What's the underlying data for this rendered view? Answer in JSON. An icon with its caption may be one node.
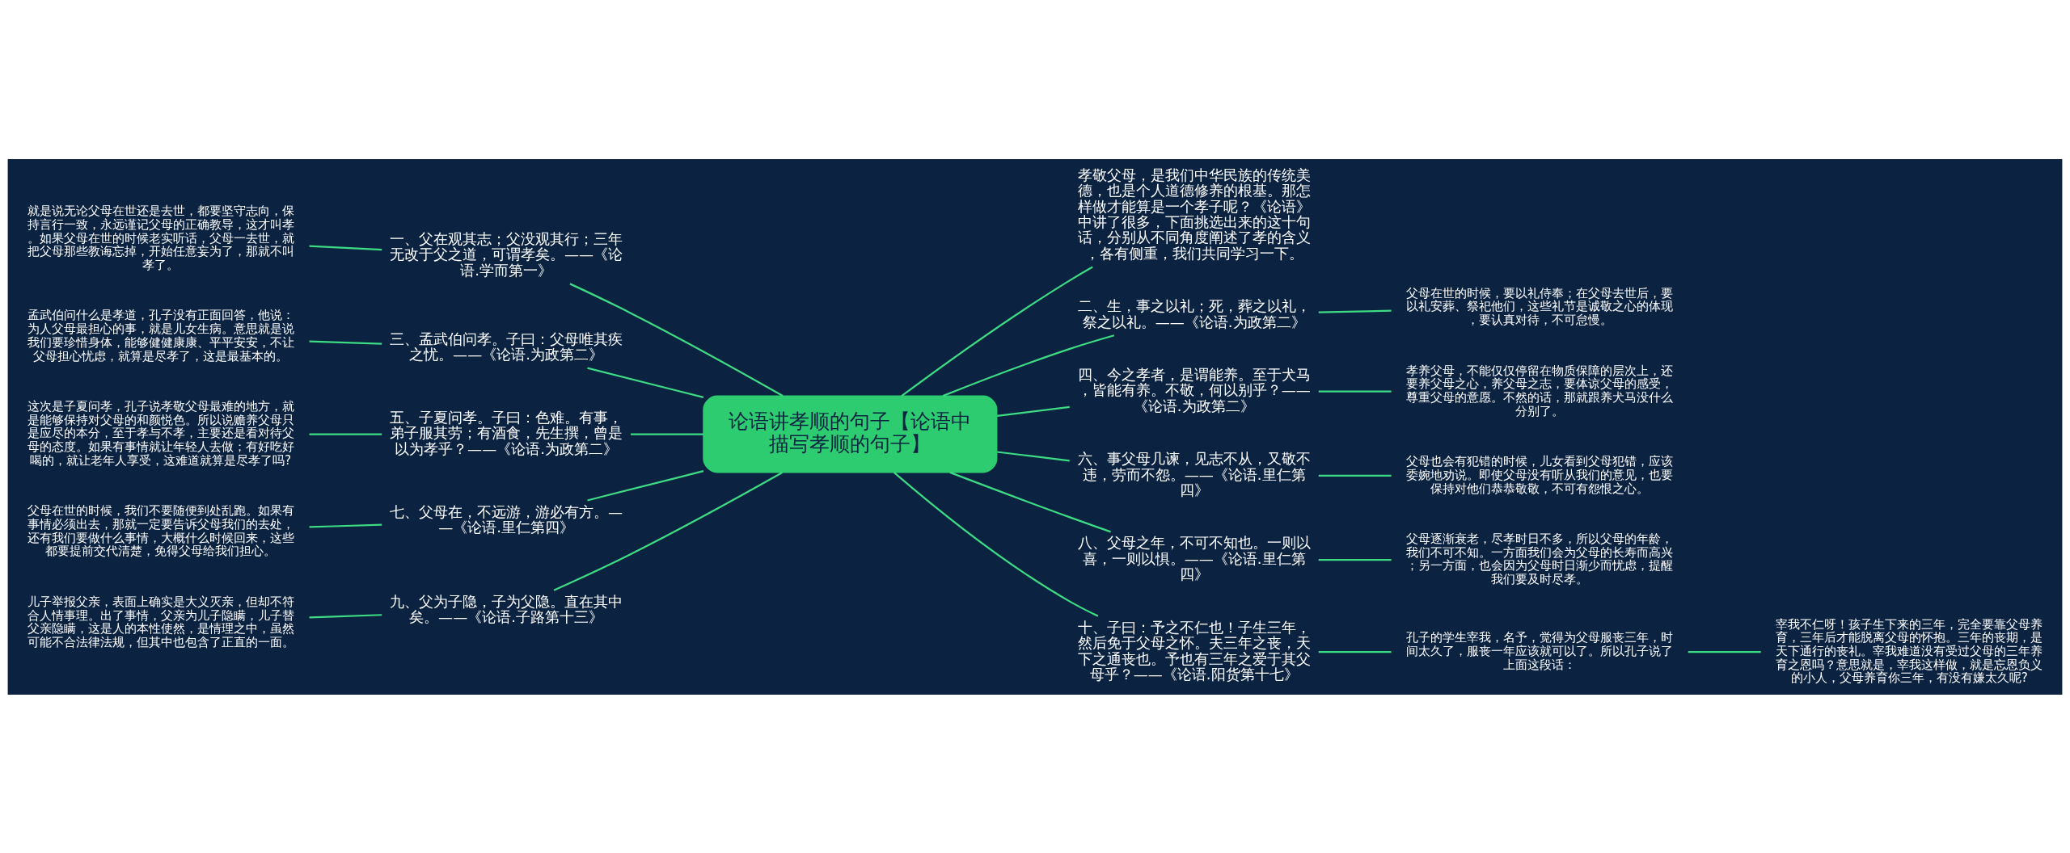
{
  "diagram": {
    "nodes": [
      {
        "text": [
          "论语讲孝顺的句子【论语中描写孝顺的句子】"
        ]
      },
      {
        "text": [
          "孝敬父母，是我们中华民族的传统美德，也是个人道德修养的根基。那怎样做才能算是一个孝子呢？《论语》中讲了很多，下面挑选出来的这十句话，分别从不同角度阐述了孝的含义，各有侧重，我们共同学习一下。"
        ]
      },
      {
        "text": [
          "一、父在观其志；父没观其行；三年无改于父之道，可谓孝矣。——《论语.学而第一》"
        ]
      },
      {
        "text": [
          "就是说无论父母在世还是去世，都要坚守志向，保持言行一致，永远谨记父母的正确教导，这才叫孝。如果父母在世的时候老实听话，父母一去世，就把父母那些教诲忘掉，开始任意妄为了，那就不叫孝了。"
        ]
      },
      {
        "text": [
          "二、生，事之以礼；死，葬之以礼，祭之以礼。——《论语.为政第二》"
        ]
      },
      {
        "text": [
          "父母在世的时候，要以礼侍奉；在父母去世后，要以礼安葬、祭祀他们，这些礼节是诚敬之心的体现，要认真对待，不可怠慢。"
        ]
      },
      {
        "text": [
          "三、孟武伯问孝。子曰：父母唯其疾之忧。——《论语.为政第二》"
        ]
      },
      {
        "text": [
          "孟武伯问什么是孝道，孔子没有正面回答，他说：为人父母最担心的事，就是儿女生病。意思就是说我们要珍惜身体，能够健健康康、平平安安，不让父母担心忧虑，就算是尽孝了，这是最基本的。"
        ]
      },
      {
        "text": [
          "四、今之孝者，是谓能养。至于犬马，皆能有养。不敬，何以别乎？——《论语.为政第二》"
        ]
      },
      {
        "text": [
          "孝养父母，不能仅仅停留在物质保障的层次上，还要养父母之心，养父母之志，要体谅父母的感受，尊重父母的意愿。不然的话，那就跟养犬马没什么分别了。"
        ]
      },
      {
        "text": [
          "五、子夏问孝。子曰：色难。有事，弟子服其劳；有酒食，先生撰，曾是以为孝乎？——《论语.为政第二》"
        ]
      },
      {
        "text": [
          "这次是子夏问孝，孔子说孝敬父母最难的地方，就是能够保持对父母的和颜悦色。所以说赡养父母只是应尽的本分，至于孝与不孝，主要还是看对待父母的态度。如果有事情就让年轻人去做；有好吃好喝的，就让老年人享受，这难道就算是尽孝了吗?"
        ]
      },
      {
        "text": [
          "六、事父母几谏，见志不从，又敬不违，劳而不怨。——《论语.里仁第四》"
        ]
      },
      {
        "text": [
          "父母也会有犯错的时候，儿女看到父母犯错，应该委婉地劝说。即使父母没有听从我们的意见，也要保持对他们恭恭敬敬，不可有怨恨之心。"
        ]
      },
      {
        "text": [
          "七、父母在，不远游，游必有方。——《论语.里仁第四》"
        ]
      },
      {
        "text": [
          "父母在世的时候，我们不要随便到处乱跑。如果有事情必须出去，那就一定要告诉父母我们的去处，还有我们要做什么事情，大概什么时候回来，这些都要提前交代清楚，免得父母给我们担心。"
        ]
      },
      {
        "text": [
          "八、父母之年，不可不知也。一则以喜，一则以惧。——《论语.里仁第四》"
        ]
      },
      {
        "text": [
          "父母逐渐衰老，尽孝时日不多，所以父母的年龄，我们不可不知。一方面我们会为父母的长寿而高兴；另一方面，也会因为父母时日渐少而忧虑，提醒我们要及时尽孝。"
        ]
      },
      {
        "text": [
          "九、父为子隐，子为父隐。直在其中矣。——《论语.子路第十三》"
        ]
      },
      {
        "text": [
          "儿子举报父亲，表面上确实是大义灭亲，但却不符合人情事理。出了事情，父亲为儿子隐瞒，儿子替父亲隐瞒，这是人的本性使然，是情理之中，虽然可能不合法律法规，但其中也包含了正直的一面。"
        ]
      },
      {
        "text": [
          "十、子曰：予之不仁也！子生三年，然后免于父母之怀。夫三年之丧，天下之通丧也。予也有三年之爱于其父母乎？——《论语.阳货第十七》"
        ]
      },
      {
        "text": [
          "孔子的学生宰我，名予，觉得为父母服丧三年，时间太久了，服丧一年应该就可以了。所以孔子说了上面这段话："
        ]
      },
      {
        "text": [
          "宰我不仁呀！孩子生下来的三年，完全要靠父母养育，三年后才能脱离父母的怀抱。三年的丧期，是天下通行的丧礼。宰我难道没有受过父母的三年养育之恩吗？意思就是，宰我这样做，就是忘恩负义的小人，父母养育你三年，有没有嫌太久呢?"
        ]
      }
    ],
    "edges": [
      {
        "from": 0,
        "to": 1,
        "arrow": "none"
      },
      {
        "from": 0,
        "to": 2,
        "arrow": "none"
      },
      {
        "from": 2,
        "to": 3,
        "arrow": "none"
      },
      {
        "from": 0,
        "to": 4,
        "arrow": "none"
      },
      {
        "from": 4,
        "to": 5,
        "arrow": "none"
      },
      {
        "from": 0,
        "to": 6,
        "arrow": "none"
      },
      {
        "from": 6,
        "to": 7,
        "arrow": "none"
      },
      {
        "from": 0,
        "to": 8,
        "arrow": "none"
      },
      {
        "from": 8,
        "to": 9,
        "arrow": "none"
      },
      {
        "from": 0,
        "to": 10,
        "arrow": "none"
      },
      {
        "from": 10,
        "to": 11,
        "arrow": "none"
      },
      {
        "from": 0,
        "to": 12,
        "arrow": "none"
      },
      {
        "from": 12,
        "to": 13,
        "arrow": "none"
      },
      {
        "from": 0,
        "to": 14,
        "arrow": "none"
      },
      {
        "from": 14,
        "to": 15,
        "arrow": "none"
      },
      {
        "from": 0,
        "to": 16,
        "arrow": "none"
      },
      {
        "from": 16,
        "to": 17,
        "arrow": "none"
      },
      {
        "from": 0,
        "to": 18,
        "arrow": "none"
      },
      {
        "from": 18,
        "to": 19,
        "arrow": "none"
      },
      {
        "from": 0,
        "to": 20,
        "arrow": "none"
      },
      {
        "from": 20,
        "to": 21,
        "arrow": "none"
      },
      {
        "from": 21,
        "to": 22,
        "arrow": "none"
      }
    ]
  }
}
